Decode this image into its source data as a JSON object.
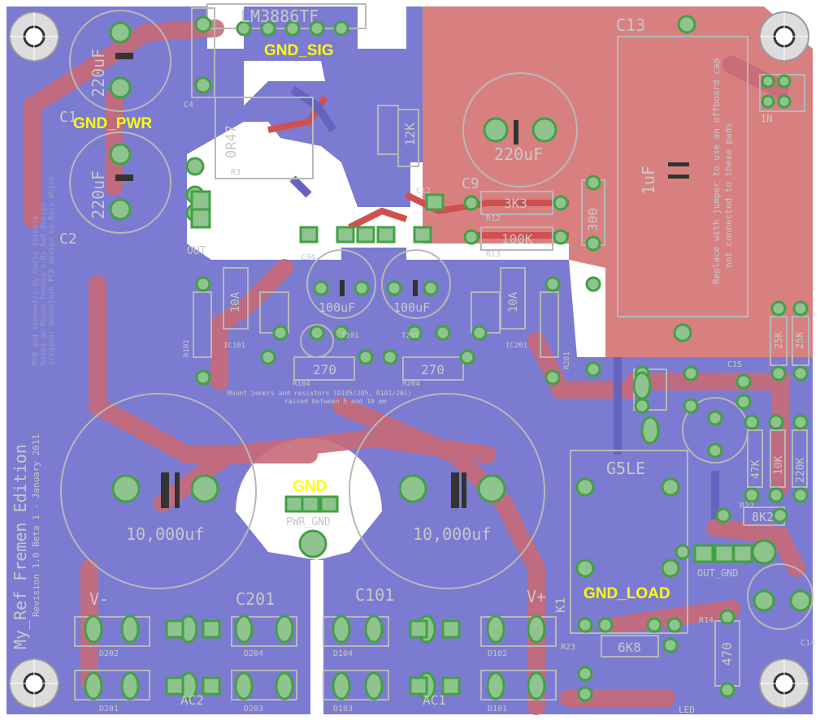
{
  "colors": {
    "bottom_copper": "#7b7bd1",
    "top_copper": "#d88080",
    "silk": "#c8c8c8",
    "pad": "#8fc48f",
    "pad_ring": "#44a044",
    "net_label": "#ffff00",
    "background": "#ffffff"
  },
  "net_labels": {
    "gnd_sig": "GND_SIG",
    "gnd_pwr": "GND_PWR",
    "gnd": "GND",
    "gnd_load": "GND_LOAD"
  },
  "title": {
    "board": "My_Ref Fremen Edition",
    "revision": "Revision 1.0 Beta 1 - January 2011",
    "credit1": "PCB and schematic by Dario Inspira",
    "credit2": "based on Mauro Penasa's My_Ref design",
    "credit3": "original monoblock PCB design by Russ White"
  },
  "components": {
    "ic": "LM3886TF",
    "c13": "C13",
    "c13_value": "1uF",
    "c13_note1": "Replace with jumper to use an offboard cap",
    "c13_note2": "not connected to these pads",
    "c_220_a": "220uF",
    "c_220_b": "220uF",
    "c_220_c": "220uF",
    "c1": "C1",
    "c2": "C2",
    "c4": "C4",
    "c9": "C9",
    "c12": "C12",
    "c34": "C34",
    "r3_value": "0R47",
    "r3": "R3",
    "r_12k": "12K",
    "r12_value": "3K3",
    "r12": "R12",
    "r13_value": "100K",
    "r13": "R13",
    "r_300": "300",
    "out": "OUT",
    "in": "IN",
    "c_100_a": "100uF",
    "c_100_b": "100uF",
    "r104_value": "270",
    "r104": "R104",
    "r204_value": "270",
    "r204": "R204",
    "mount_note1": "Mount zeners and resistors (D105/205, R101/201)",
    "mount_note2": "raised between 5 and 10 mm",
    "c_big_a": "10,000uf",
    "c_big_b": "10,000uf",
    "pwr_gnd": "PWR_GND",
    "c201": "C201",
    "c101": "C101",
    "v_minus": "V-",
    "v_plus": "V+",
    "ac1": "AC1",
    "ac2": "AC2",
    "relay": "G5LE",
    "k1": "K1",
    "r22_value": "8K2",
    "r22": "R22",
    "out_gnd": "OUT_GND",
    "r_6k8": "6K8",
    "r_470": "470",
    "led": "LED",
    "r_47k": "47K",
    "r_10k": "10K",
    "r_220k": "220K",
    "r_25k_a": "25K",
    "r_25k_b": "25K",
    "c15": "C15",
    "c14": "C14",
    "d101": "D101",
    "d102": "D102",
    "d103": "D103",
    "d104": "D104",
    "d201": "D201",
    "d202": "D202",
    "d203": "D203",
    "d204": "D204",
    "r14": "R14",
    "r23": "R23",
    "ic101": "IC101",
    "ic201": "IC201",
    "t101": "T101",
    "t201": "T201",
    "r101": "R101",
    "r201": "R201",
    "z_10a": "10A",
    "z_10a_b": "10A"
  }
}
